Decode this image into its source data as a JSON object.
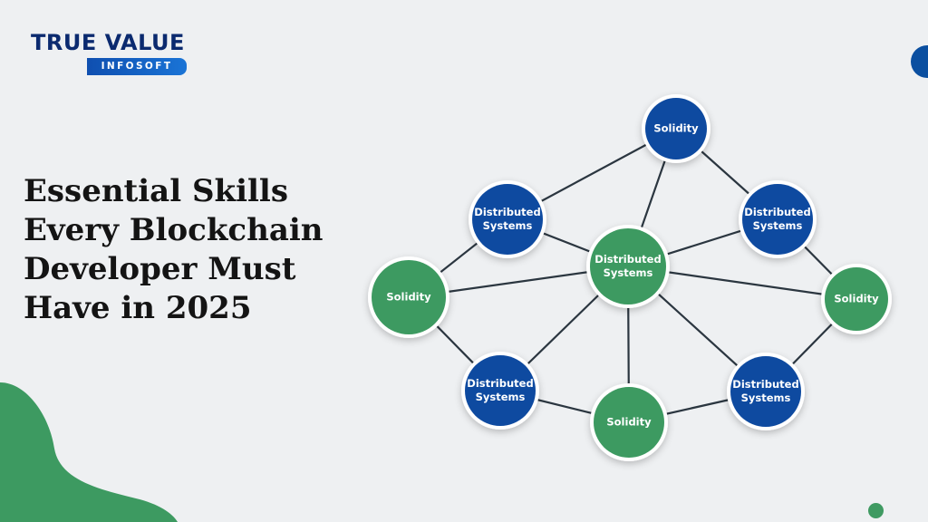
{
  "logo": {
    "primary": "TRUE VALUE",
    "secondary": "INFOSOFT"
  },
  "headline": {
    "lines": [
      "Essential Skills",
      "Every Blockchain",
      "Developer Must",
      "Have in 2025"
    ]
  },
  "colors": {
    "background": "#eef0f2",
    "node_blue": "#0e4aa0",
    "node_green": "#3d9a61",
    "edge": "#2b3640",
    "headline_text": "#141414"
  },
  "network": {
    "nodes": [
      {
        "id": "top",
        "label_lines": [
          "Solidity"
        ],
        "color": "blue"
      },
      {
        "id": "upper-left",
        "label_lines": [
          "Distributed",
          "Systems"
        ],
        "color": "blue"
      },
      {
        "id": "upper-right",
        "label_lines": [
          "Distributed",
          "Systems"
        ],
        "color": "blue"
      },
      {
        "id": "center",
        "label_lines": [
          "Distributed",
          "Systems"
        ],
        "color": "green"
      },
      {
        "id": "left",
        "label_lines": [
          "Solidity"
        ],
        "color": "green"
      },
      {
        "id": "right",
        "label_lines": [
          "Solidity"
        ],
        "color": "green"
      },
      {
        "id": "lower-left",
        "label_lines": [
          "Distributed",
          "Systems"
        ],
        "color": "blue"
      },
      {
        "id": "bottom",
        "label_lines": [
          "Solidity"
        ],
        "color": "green"
      },
      {
        "id": "lower-right",
        "label_lines": [
          "Distributed",
          "Systems"
        ],
        "color": "blue"
      }
    ],
    "edges": [
      [
        "top",
        "upper-left"
      ],
      [
        "top",
        "upper-right"
      ],
      [
        "top",
        "center"
      ],
      [
        "upper-left",
        "center"
      ],
      [
        "upper-left",
        "left"
      ],
      [
        "upper-right",
        "center"
      ],
      [
        "upper-right",
        "right"
      ],
      [
        "left",
        "center"
      ],
      [
        "left",
        "lower-left"
      ],
      [
        "center",
        "right"
      ],
      [
        "center",
        "lower-left"
      ],
      [
        "center",
        "bottom"
      ],
      [
        "center",
        "lower-right"
      ],
      [
        "lower-left",
        "bottom"
      ],
      [
        "bottom",
        "lower-right"
      ],
      [
        "lower-right",
        "right"
      ]
    ]
  }
}
